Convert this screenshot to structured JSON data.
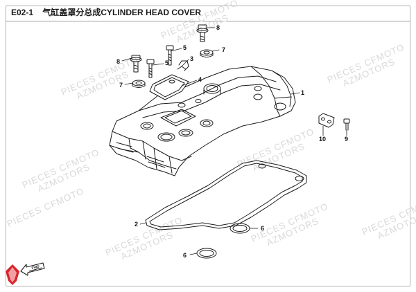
{
  "header": {
    "code": "E02-1",
    "title": "气缸盖罩分总成CYLINDER HEAD COVER"
  },
  "watermark": {
    "line1": "PIECES CFMOTO",
    "line2": "AZMOTORS"
  },
  "callouts": [
    "1",
    "2",
    "3",
    "4",
    "5",
    "5",
    "6",
    "6",
    "7",
    "7",
    "8",
    "8",
    "9",
    "10"
  ],
  "badge": {
    "fwd": "FWD"
  },
  "colors": {
    "line": "#1a1a1a",
    "watermark": "#d9d9d9",
    "logo": "#d8262c"
  }
}
